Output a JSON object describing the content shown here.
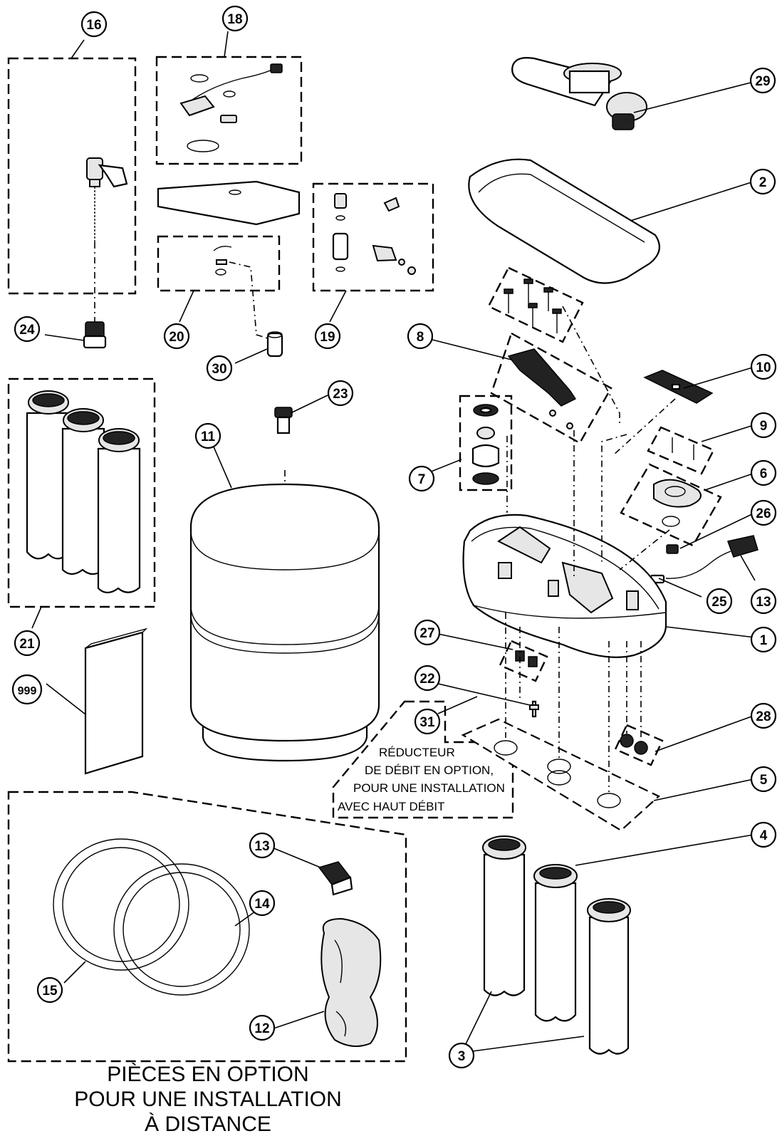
{
  "callouts": {
    "c1": "1",
    "c2": "2",
    "c3": "3",
    "c4": "4",
    "c5": "5",
    "c6": "6",
    "c7": "7",
    "c8": "8",
    "c9": "9",
    "c10": "10",
    "c11": "11",
    "c12": "12",
    "c13a": "13",
    "c13b": "13",
    "c14": "14",
    "c15": "15",
    "c16": "16",
    "c18": "18",
    "c19": "19",
    "c20": "20",
    "c21": "21",
    "c22": "22",
    "c23": "23",
    "c24": "24",
    "c25": "25",
    "c26": "26",
    "c27": "27",
    "c28": "28",
    "c29": "29",
    "c30": "30",
    "c31": "31",
    "c999": "999"
  },
  "note": {
    "line1": "RÉDUCTEUR",
    "line2": "DE DÉBIT EN OPTION,",
    "line3": "POUR UNE INSTALLATION",
    "line4": "AVEC HAUT DÉBIT"
  },
  "caption": {
    "line1": "PIÈCES EN OPTION",
    "line2": "POUR UNE INSTALLATION",
    "line3": "À DISTANCE"
  }
}
